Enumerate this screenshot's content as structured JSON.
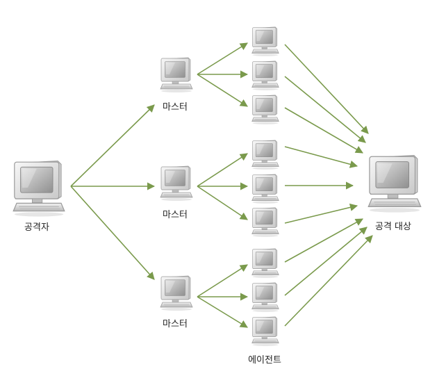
{
  "labels": {
    "attacker": "공격자",
    "master": "마스터",
    "agent": "에이전트",
    "target": "공격 대상"
  },
  "colors": {
    "arrow": "#7a9a4c",
    "background": "#ffffff",
    "text": "#222222"
  },
  "icons": {
    "computer": "computer-icon"
  }
}
